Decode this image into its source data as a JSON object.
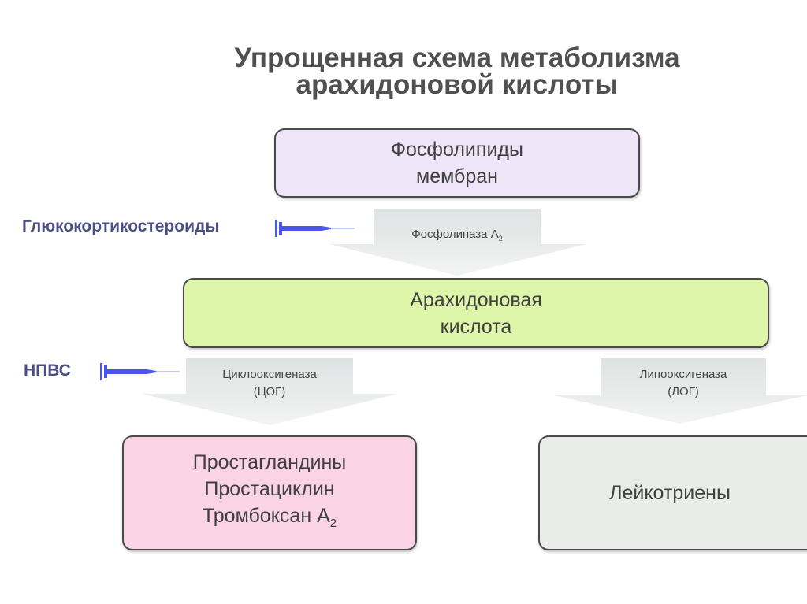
{
  "title": {
    "line1": "Упрощенная схема метаболизма",
    "line2": "арахидоновой кислоты"
  },
  "nodes": {
    "phospholipids": {
      "line1": "Фосфолипиды",
      "line2": "мембран",
      "color": "#eee5f8"
    },
    "arachidonic": {
      "line1": "Арахидоновая",
      "line2": "кислота",
      "color": "#ddf6a9"
    },
    "prostanoids": {
      "line1": "Простагландины",
      "line2": "Простациклин",
      "line3": "Тромбоксан А",
      "line3_sub": "2",
      "color": "#fad4e4"
    },
    "leukotrienes": {
      "line1": "Лейкотриены",
      "color": "#e9ece9"
    }
  },
  "enzymes": {
    "pla2": {
      "label": "Фосфолипаза А",
      "sub": "2"
    },
    "cox": {
      "line1": "Циклооксигеназа",
      "line2": "(ЦОГ)"
    },
    "lox": {
      "line1": "Липооксигеназа",
      "line2": "(ЛОГ)"
    }
  },
  "inhibitors": {
    "glucocorticoids": "Глюкокортикостероиды",
    "nsaids": "НПВС",
    "color": "#4b55f0"
  }
}
